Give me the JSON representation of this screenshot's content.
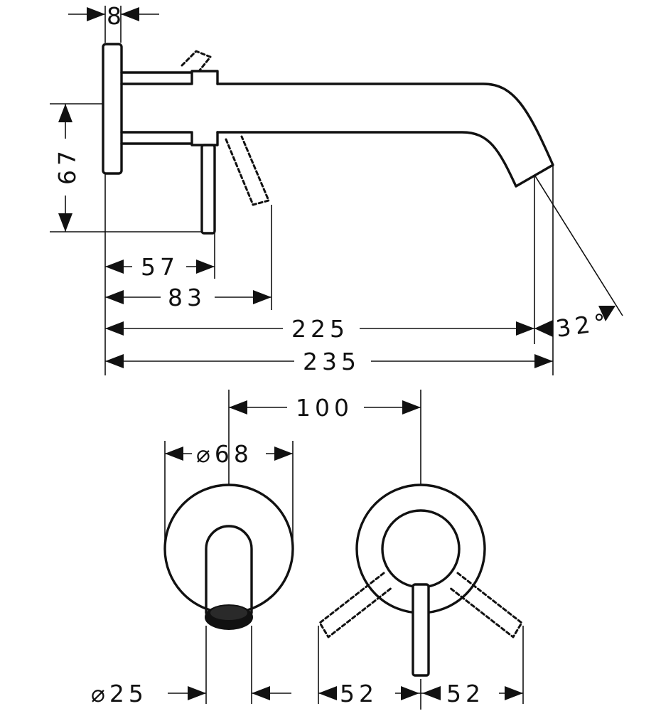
{
  "dimensions": {
    "plate_thickness": "8",
    "height": "67",
    "handle_reach": "57",
    "lever_reach": "83",
    "spout_length": "225",
    "total_length": "235",
    "spout_angle": "32°",
    "center_distance": "100",
    "plate_diameter": "⌀68",
    "spout_diameter": "⌀25",
    "lever_swing_left": "52",
    "lever_swing_right": "52"
  }
}
